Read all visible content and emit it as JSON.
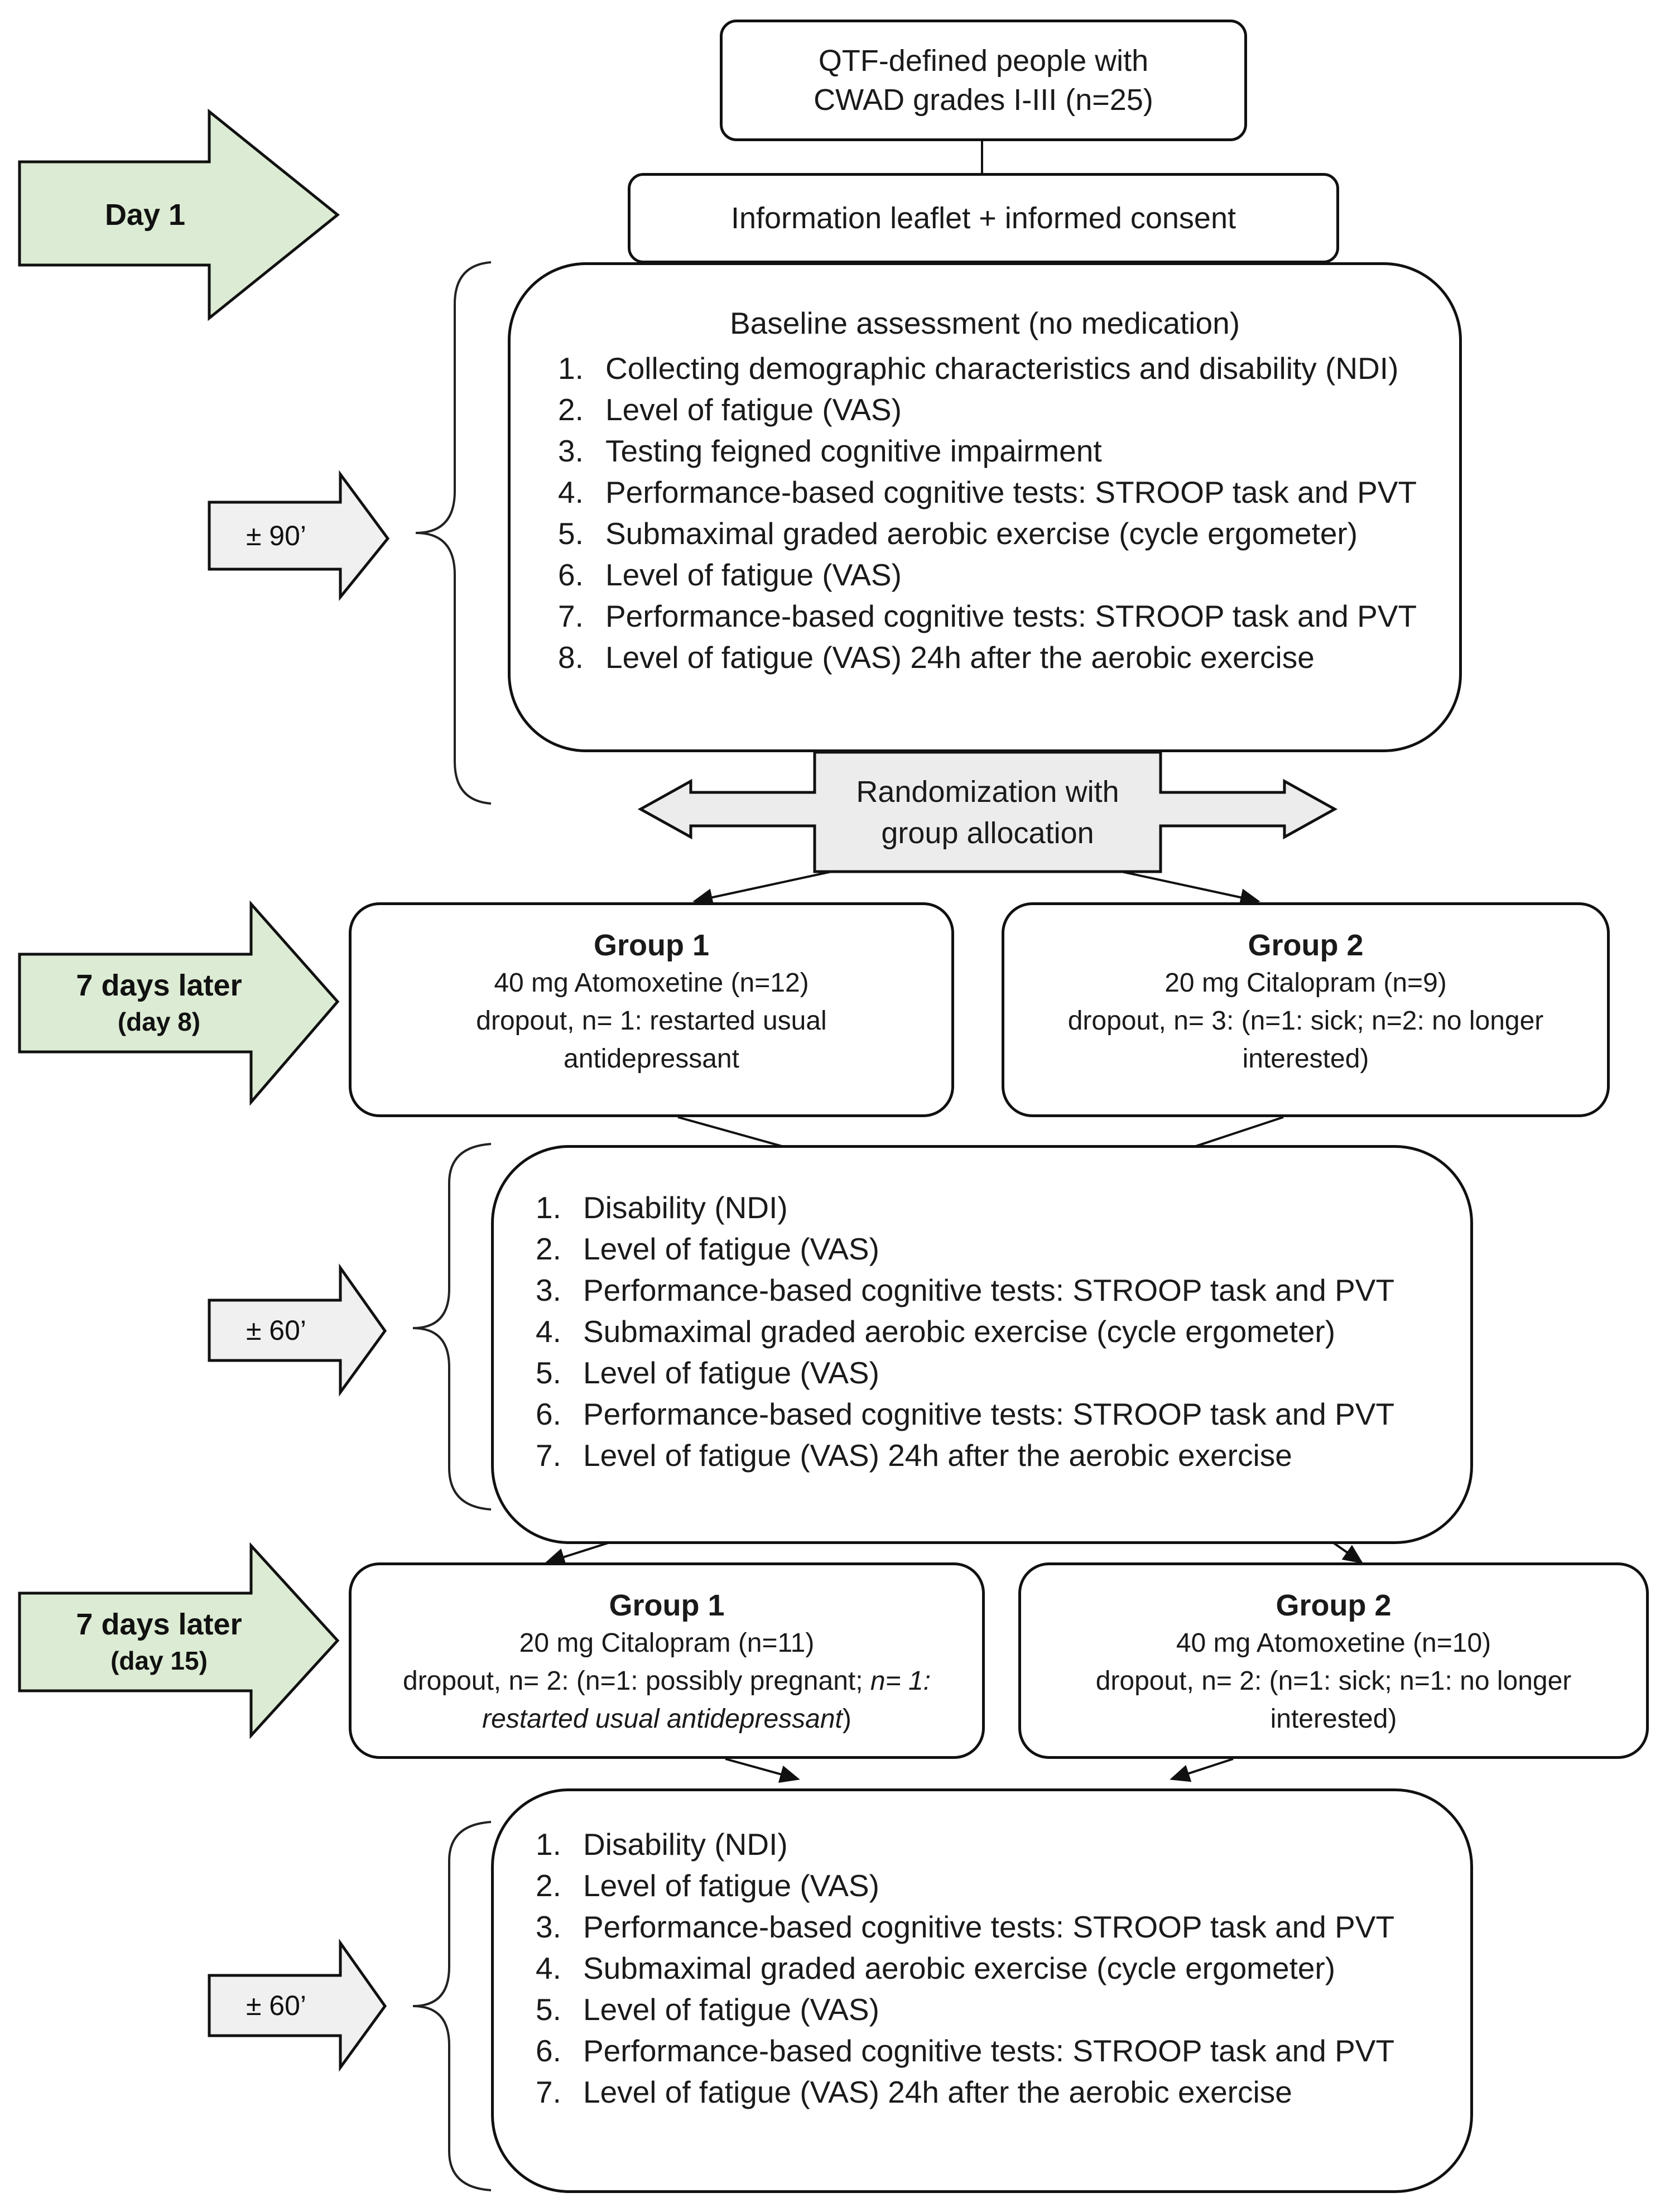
{
  "population": {
    "line1": "QTF-defined people with",
    "line2": "CWAD grades I-III (n=25)"
  },
  "consent": {
    "label": "Information leaflet + informed consent"
  },
  "timeline": {
    "day1": {
      "line1": "Day 1"
    },
    "day8": {
      "line1": "7 days later",
      "line2": "(day 8)"
    },
    "day15": {
      "line1": "7 days later",
      "line2": "(day 15)"
    }
  },
  "durations": {
    "baseline": "± 90’",
    "period1": "± 60’",
    "period2": "± 60’"
  },
  "baseline": {
    "heading": "Baseline assessment (no medication)",
    "items": [
      {
        "num": "1.",
        "text": "Collecting demographic characteristics and disability (NDI)"
      },
      {
        "num": "2.",
        "text": "Level of fatigue (VAS)"
      },
      {
        "num": "3.",
        "text": "Testing feigned cognitive impairment"
      },
      {
        "num": "4.",
        "text": "Performance-based cognitive tests: STROOP task and PVT"
      },
      {
        "num": "5.",
        "text": "Submaximal graded aerobic exercise (cycle ergometer)"
      },
      {
        "num": "6.",
        "text": "Level of fatigue (VAS)"
      },
      {
        "num": "7.",
        "text": "Performance-based cognitive tests: STROOP task and PVT"
      },
      {
        "num": "8.",
        "text": "Level of fatigue (VAS) 24h after the aerobic exercise"
      }
    ]
  },
  "randomization": {
    "line1": "Randomization with",
    "line2": "group allocation"
  },
  "period1": {
    "group1": {
      "title": "Group 1",
      "dose": "40 mg Atomoxetine (n=12)",
      "dropout_line1": "dropout, n= 1: restarted usual",
      "dropout_line2": "antidepressant"
    },
    "group2": {
      "title": "Group 2",
      "dose": "20 mg Citalopram (n=9)",
      "dropout_line1": "dropout, n= 3: (n=1: sick; n=2: no longer",
      "dropout_line2": "interested)"
    },
    "items": [
      {
        "num": "1.",
        "text": "Disability (NDI)"
      },
      {
        "num": "2.",
        "text": "Level of fatigue (VAS)"
      },
      {
        "num": "3.",
        "text": "Performance-based cognitive tests: STROOP task and PVT"
      },
      {
        "num": "4.",
        "text": "Submaximal graded aerobic exercise (cycle ergometer)"
      },
      {
        "num": "5.",
        "text": "Level of fatigue (VAS)"
      },
      {
        "num": "6.",
        "text": "Performance-based cognitive tests: STROOP task and PVT"
      },
      {
        "num": "7.",
        "text": "Level of fatigue (VAS) 24h after the aerobic exercise"
      }
    ]
  },
  "period2": {
    "group1": {
      "title": "Group 1",
      "dose": "20 mg Citalopram (n=11)",
      "dropout_line1": "dropout, n= 2: (n=1: possibly pregnant;",
      "dropout_italic1": "n= 1:",
      "dropout_italic2": "restarted usual antidepressant",
      "dropout_close": ")"
    },
    "group2": {
      "title": "Group 2",
      "dose": "40 mg Atomoxetine (n=10)",
      "dropout_line1": "dropout, n= 2: (n=1: sick; n=1: no longer",
      "dropout_line2": "interested)"
    },
    "items": [
      {
        "num": "1.",
        "text": "Disability (NDI)"
      },
      {
        "num": "2.",
        "text": "Level of fatigue (VAS)"
      },
      {
        "num": "3.",
        "text": "Performance-based cognitive tests: STROOP task and PVT"
      },
      {
        "num": "4.",
        "text": "Submaximal graded aerobic exercise (cycle ergometer)"
      },
      {
        "num": "5.",
        "text": "Level of fatigue (VAS)"
      },
      {
        "num": "6.",
        "text": "Performance-based cognitive tests: STROOP task and PVT"
      },
      {
        "num": "7.",
        "text": "Level of fatigue (VAS) 24h after the aerobic exercise"
      }
    ]
  },
  "colors": {
    "timeline_fill": "#dcebd3",
    "duration_fill": "#f0f0f0",
    "randomization_fill": "#ececec",
    "stroke": "#111111"
  }
}
